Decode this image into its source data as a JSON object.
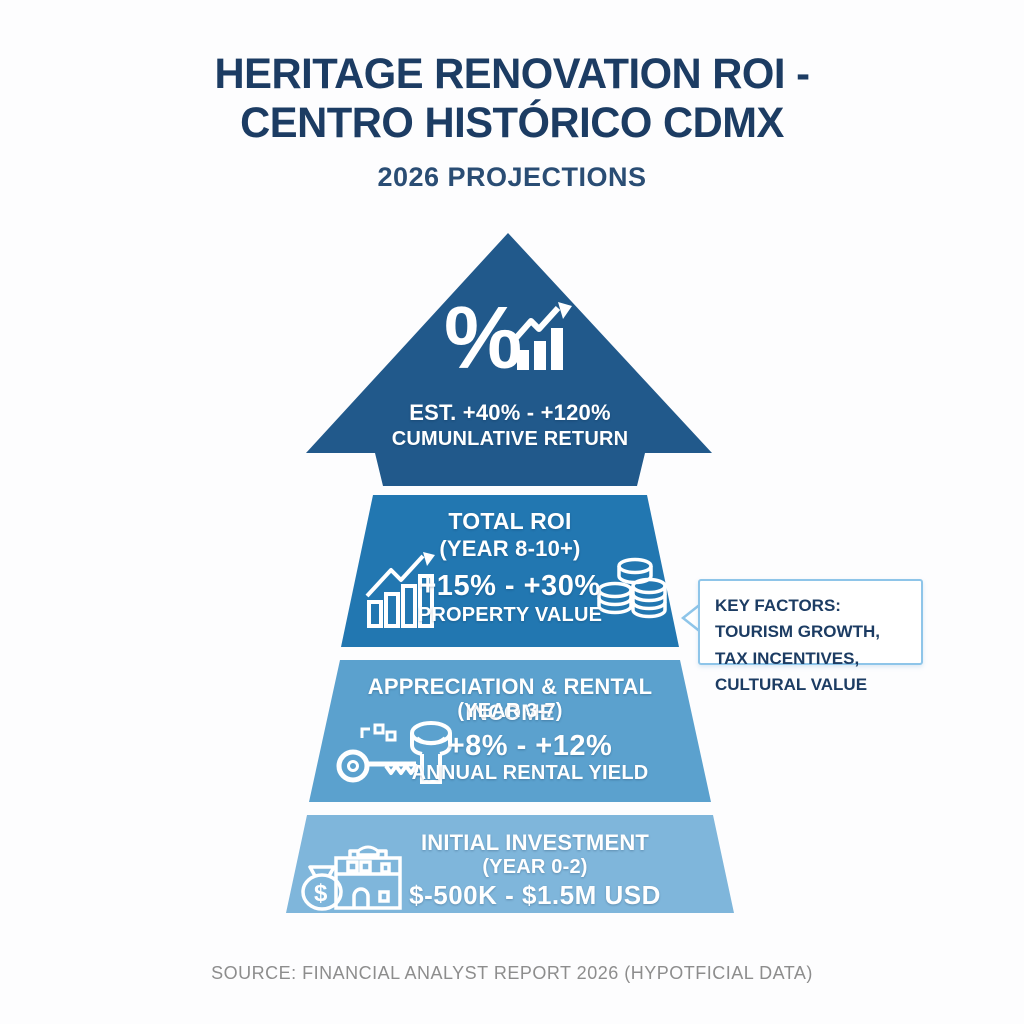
{
  "title": {
    "line1": "HERITAGE RENOVATION ROI -",
    "line2": "CENTRO HISTÓRICO CDMX",
    "subtitle": "2026 PROJECTIONS"
  },
  "arrow_level": {
    "range": "EST. +40% - +120%",
    "label": "CUMUNLATIVE RETURN",
    "color": "#21598b",
    "icon": "percent-bar-growth"
  },
  "levels": [
    {
      "name": "TOTAL ROI",
      "period": "(YEAR 8-10+)",
      "range": "+15% - +30%",
      "label": "PROPERTY VALUE",
      "color": "#2277b1",
      "icons": [
        "bar-chart-growth",
        "coin-stacks"
      ]
    },
    {
      "name": "APPRECIATION & RENTAL INCOME",
      "period": "(YEAR 3-7)",
      "range": "+8% - +12%",
      "label": "ANNUAL RENTAL YIELD",
      "color": "#5ba1ce",
      "icons": [
        "key",
        "stamp",
        "document"
      ]
    },
    {
      "name": "INITIAL INVESTMENT",
      "period": "(YEAR 0-2)",
      "range": "$-500K - $1.5M USD",
      "label": "",
      "color": "#7fb6db",
      "icons": [
        "money-bag-building"
      ]
    }
  ],
  "callout": {
    "text": "KEY FACTORS: TOURISM GROWTH, TAX INCENTIVES, CULTURAL VALUE",
    "border_color": "#8ec5e9",
    "text_color": "#1c3c63"
  },
  "source": "SOURCE: FINANCIAL ANALYST REPORT 2026 (HYPOTFICIAL DATA)",
  "icons": {
    "percent_char": "%",
    "dollar_char": "$"
  },
  "colors": {
    "title": "#1c3c63",
    "background": "#fdfdfe",
    "band_text": "#ffffff",
    "source_text": "#8d8d8d"
  }
}
